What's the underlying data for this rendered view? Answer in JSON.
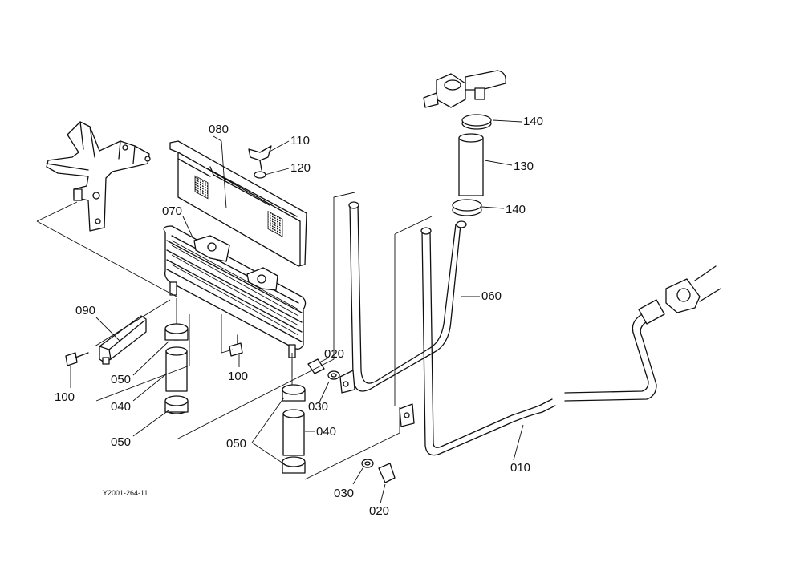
{
  "figure_ref": "Y2001-264-11",
  "parts": {
    "p010": "010",
    "p020": "020",
    "p030": "030",
    "p040": "040",
    "p050": "050",
    "p060": "060",
    "p070": "070",
    "p080": "080",
    "p090": "090",
    "p100": "100",
    "p110": "110",
    "p120": "120",
    "p130": "130",
    "p140": "140"
  }
}
